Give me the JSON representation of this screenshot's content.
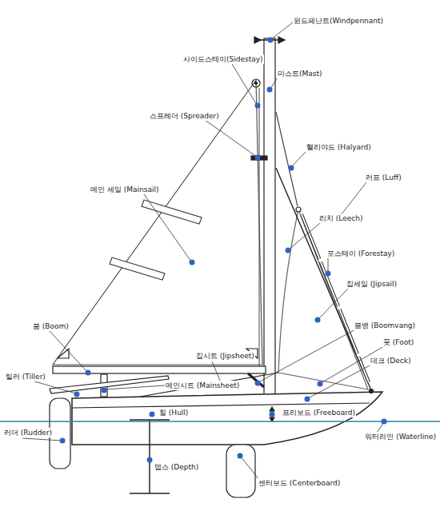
{
  "diagram": {
    "labels": [
      "윈드페난트(Windpennant)",
      "사이드스테이(Sidestay)",
      "마스트(Mast)",
      "스프레더 (Spreader)",
      "핼리야드 (Halyard)",
      "메인 세일 (Mainsail)",
      "러프 (Luff)",
      "리치 (Leech)",
      "포스테이 (Forestay)",
      "집세일 (Jipsail)",
      "붐 (Boom)",
      "붐뱅 (Boomvang)",
      "풋 (Foot)",
      "집시트 (Jipsheet)",
      "데크 (Deck)",
      "틸러 (Tiller)",
      "메인시트 (Mainsheet)",
      "힐 (Hull)",
      "프리보드 (Freeboard)",
      "러더 (Rudder)",
      "워터라인 (Waterline)",
      "뎁스 (Depth)",
      "센터보드 (Centerboard)"
    ]
  }
}
